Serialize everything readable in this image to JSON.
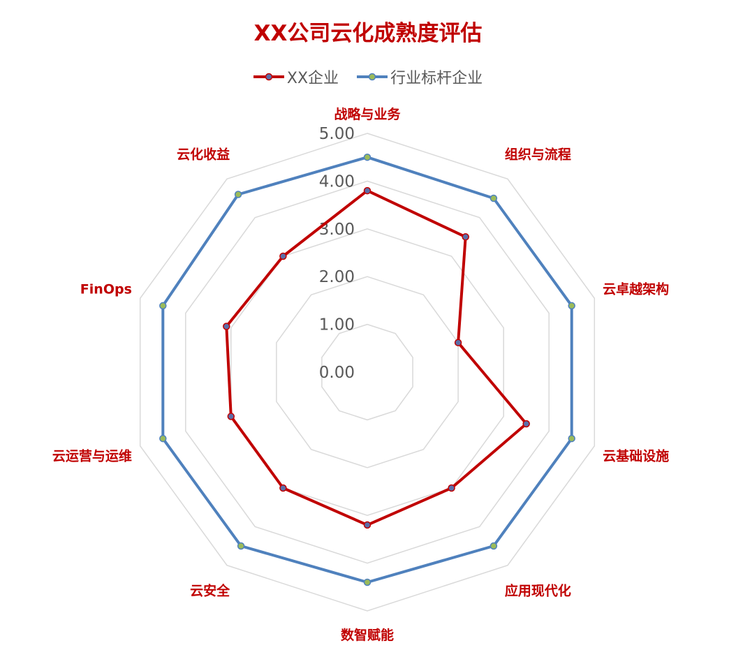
{
  "chart_data": {
    "type": "radar",
    "title": "XX公司云化成熟度评估",
    "categories": [
      "战略与业务",
      "组织与流程",
      "云卓越架构",
      "云基础设施",
      "应用现代化",
      "数智赋能",
      "云安全",
      "云运营与运维",
      "FinOps",
      "云化收益"
    ],
    "radial_ticks": [
      "0.00",
      "1.00",
      "2.00",
      "3.00",
      "4.00",
      "5.00"
    ],
    "rlim": [
      0,
      5
    ],
    "legend_position": "top",
    "series": [
      {
        "name": "XX企业",
        "values": [
          3.8,
          3.5,
          2.0,
          3.5,
          3.0,
          3.2,
          3.0,
          3.0,
          3.1,
          3.0
        ],
        "color": "#C00000",
        "marker_color": "#5B6EA8"
      },
      {
        "name": "行业标杆企业",
        "values": [
          4.5,
          4.5,
          4.5,
          4.5,
          4.5,
          4.4,
          4.5,
          4.5,
          4.5,
          4.6
        ],
        "color": "#4F81BD",
        "marker_color": "#9BBB59"
      }
    ],
    "colors": {
      "title": "#C00000",
      "category_label": "#C00000",
      "tick_label": "#595959",
      "grid": "#D9D9D9"
    }
  }
}
